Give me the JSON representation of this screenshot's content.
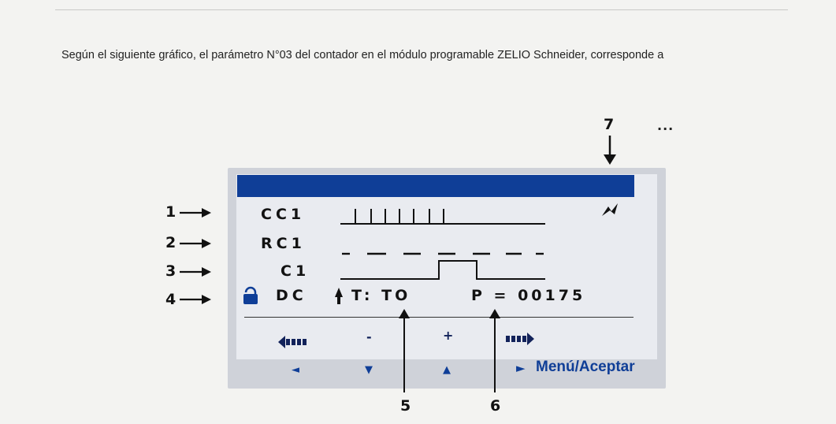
{
  "question": "Según el siguiente gráfico, el parámetro N°03 del contador en el módulo programable ZELIO Schneider, corresponde a",
  "ellipsis": "...",
  "callouts": {
    "c1": "1",
    "c2": "2",
    "c3": "3",
    "c4": "4",
    "c5": "5",
    "c6": "6",
    "c7": "7"
  },
  "display": {
    "row1": "CC1",
    "row2": "RC1",
    "row3": "C1",
    "row4_dc": "DC",
    "row4_t": "T: TO",
    "row4_p": "P = 00175"
  },
  "buttons": {
    "minus": "-",
    "plus": "+",
    "left": "◄",
    "down": "▼",
    "up": "▲",
    "right": "►",
    "menu": "Menú/Aceptar"
  },
  "colors": {
    "screen_bar": "#0f3e97",
    "panel": "#cfd2d9",
    "nav_text": "#0f3e97"
  },
  "icons": [
    "lock-icon",
    "run-icon",
    "arrow-up-icon",
    "shift-left-icon",
    "shift-right-icon"
  ]
}
